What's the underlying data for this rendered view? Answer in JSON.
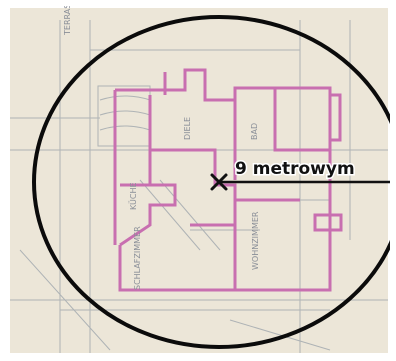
{
  "radius_label": "9 metrowym",
  "plan_labels": [
    "TERRASSE",
    "DIELE",
    "BAD",
    "SCHLAFZIMMER",
    "WOHNZIMMER",
    "KÜCHE"
  ],
  "colors": {
    "paper": "#ece6d8",
    "drawing_lines": "#9aa2aa",
    "walls": "#c86fb0",
    "circle": "#0b0b0b",
    "marker": "#111111",
    "border": "#ffffff"
  }
}
